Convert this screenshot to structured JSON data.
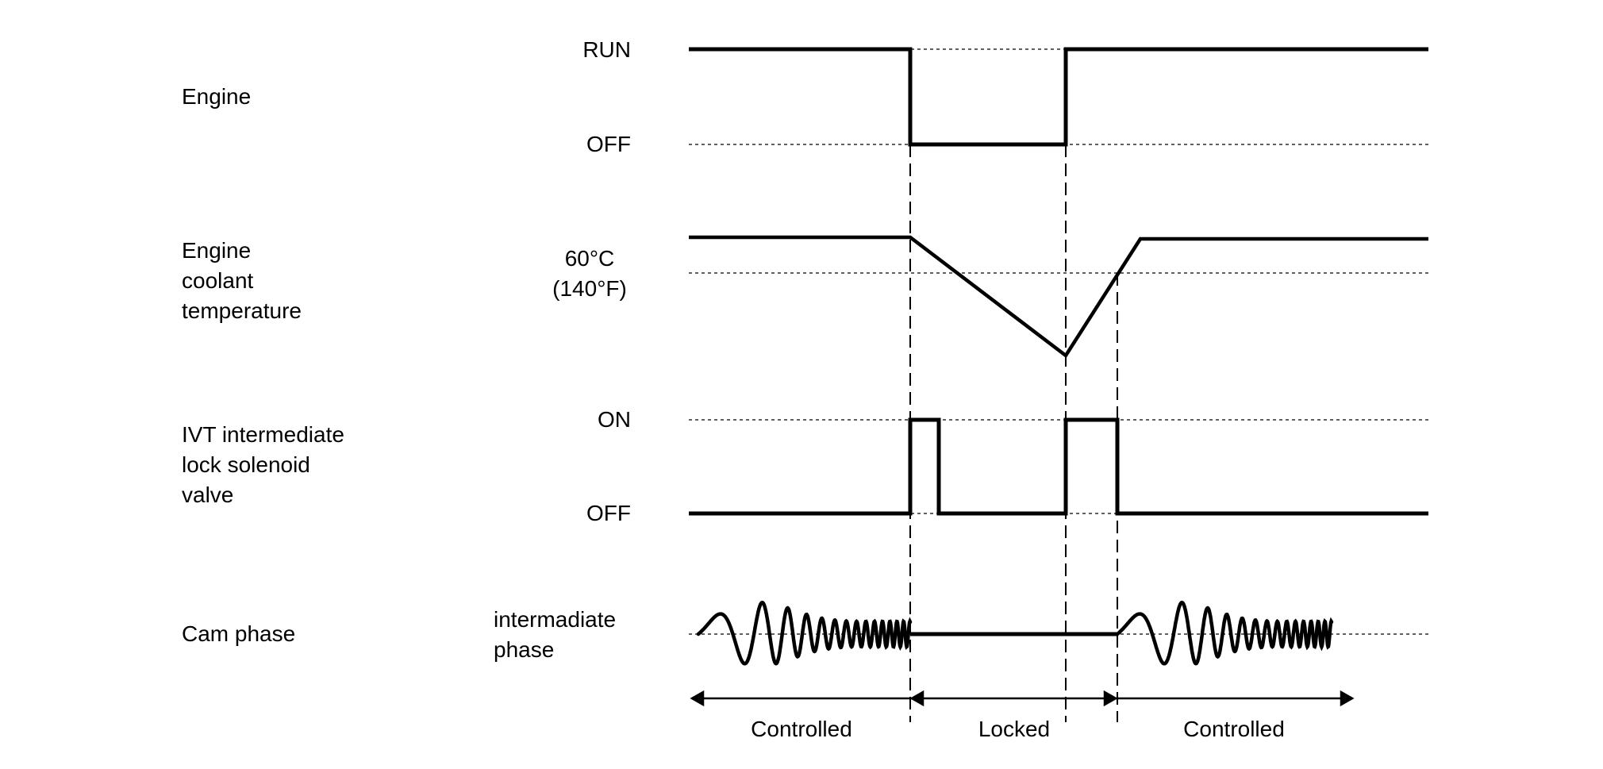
{
  "diagram": {
    "type": "timing-chart",
    "signals": [
      {
        "name": "Engine",
        "levels": [
          "RUN",
          "OFF"
        ]
      },
      {
        "name": "Engine coolant temperature",
        "lines": [
          "Engine",
          "coolant",
          "temperature"
        ],
        "threshold_label": [
          "60°C",
          "(140°F)"
        ]
      },
      {
        "name": "IVT intermediate lock solenoid valve",
        "lines": [
          "IVT intermediate",
          "lock solenoid",
          "valve"
        ],
        "levels": [
          "ON",
          "OFF"
        ]
      },
      {
        "name": "Cam phase",
        "reference_label": [
          "intermadiate",
          "phase"
        ]
      }
    ],
    "regions": [
      "Controlled",
      "Locked",
      "Controlled"
    ],
    "timeline": {
      "events": [
        "engine_off",
        "engine_restart",
        "coolant_reaches_threshold"
      ],
      "engine": [
        [
          "RUN",
          0,
          1
        ],
        [
          "OFF",
          1,
          2
        ],
        [
          "RUN",
          2,
          4
        ]
      ],
      "solenoid": [
        [
          "OFF",
          0,
          1
        ],
        [
          "ON",
          1,
          1.18
        ],
        [
          "OFF",
          1.18,
          2
        ],
        [
          "ON",
          2,
          3
        ],
        [
          "OFF",
          3,
          4
        ]
      ],
      "cam_phase": [
        [
          "oscillating",
          0,
          1
        ],
        [
          "intermediate",
          1,
          3
        ],
        [
          "oscillating",
          3,
          3.9
        ]
      ]
    }
  }
}
